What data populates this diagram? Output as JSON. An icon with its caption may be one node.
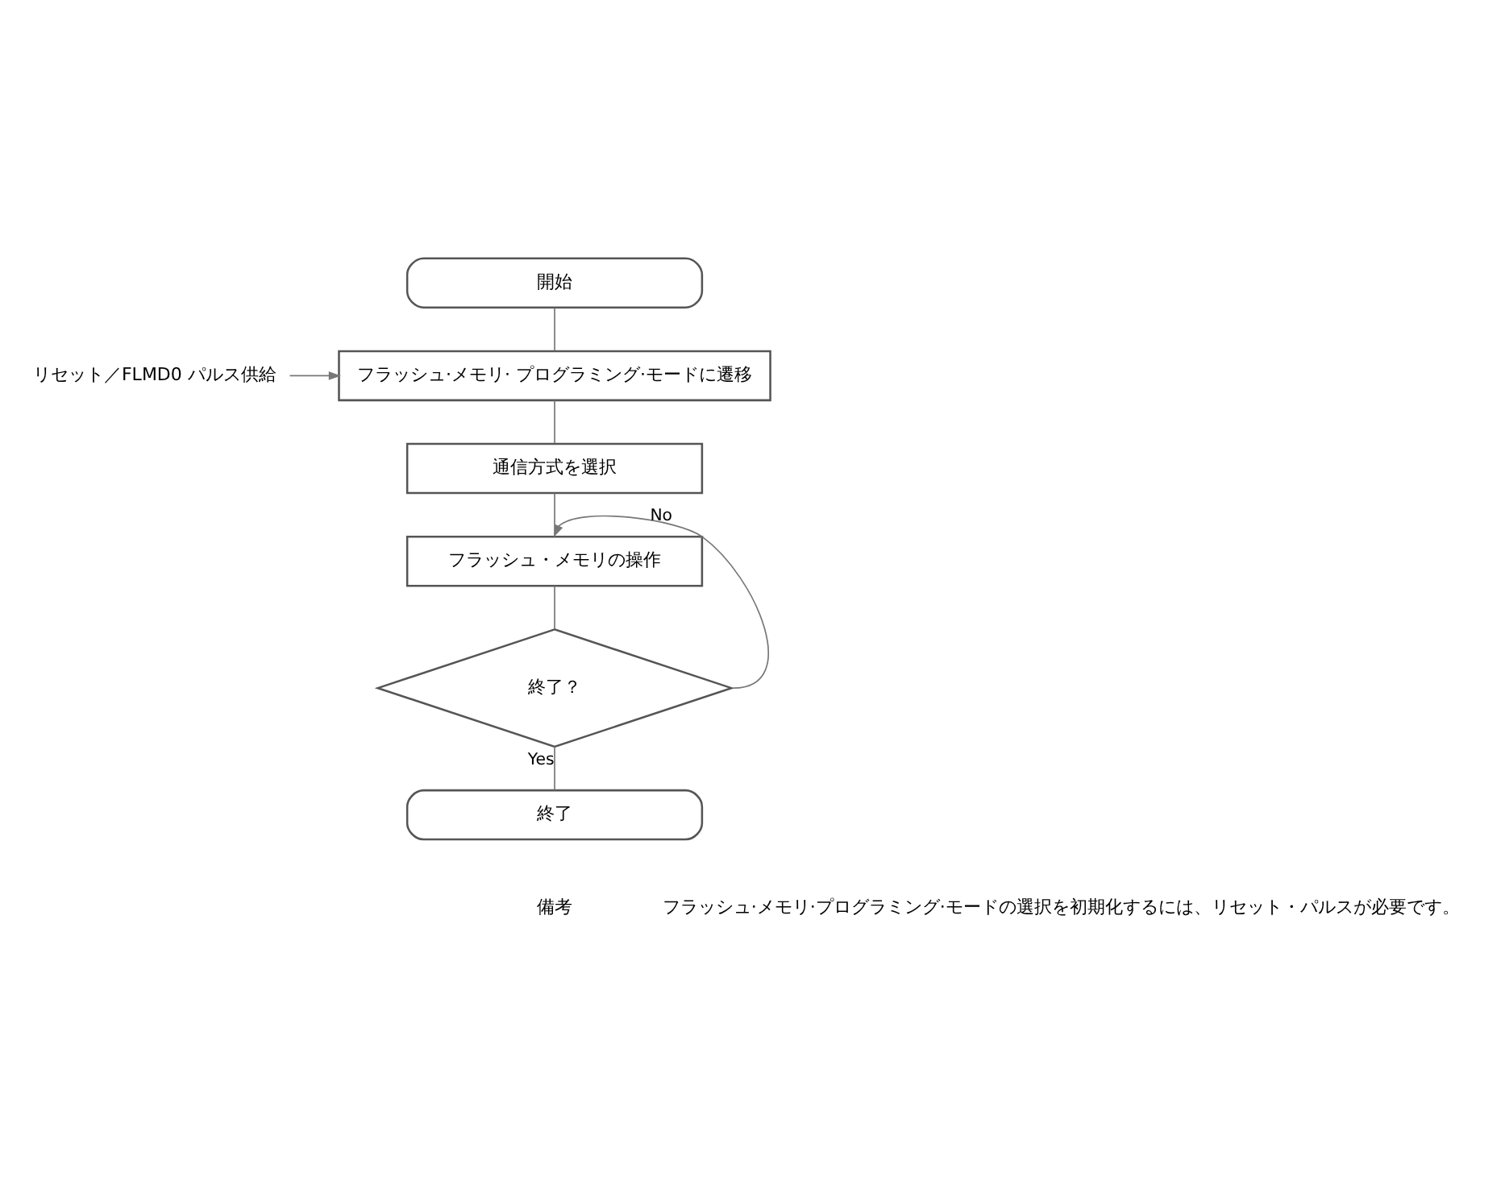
{
  "diagram": {
    "nodes": [
      {
        "text": [
          "開始"
        ]
      },
      {
        "text": [
          "リセット／FLMD0 パルス供給"
        ]
      },
      {
        "text": [
          "フラッシュ·メモリ· プログラミング·モードに遷移"
        ]
      },
      {
        "text": [
          "通信方式を選択"
        ]
      },
      {
        "text": [
          "フラッシュ・メモリの操作"
        ]
      },
      {
        "text": [
          "終了？"
        ]
      },
      {
        "text": [
          "終了"
        ]
      }
    ],
    "edges": [
      {
        "from": 0,
        "to": 2,
        "arrow": "none"
      },
      {
        "from": 1,
        "to": 2,
        "arrow": "to"
      },
      {
        "from": 2,
        "to": 3,
        "arrow": "none"
      },
      {
        "from": 3,
        "to": 4,
        "arrow": "none"
      },
      {
        "from": 4,
        "to": 5,
        "arrow": "none"
      },
      {
        "from": 5,
        "to": 4,
        "label": "No",
        "arrow": "to"
      },
      {
        "from": 5,
        "to": 6,
        "label": "Yes",
        "arrow": "none"
      }
    ],
    "labels": [
      "備考",
      "フラッシュ·メモリ·プログラミング·モードの選択を初期化するには、リセット・パルスが必要です。"
    ]
  }
}
